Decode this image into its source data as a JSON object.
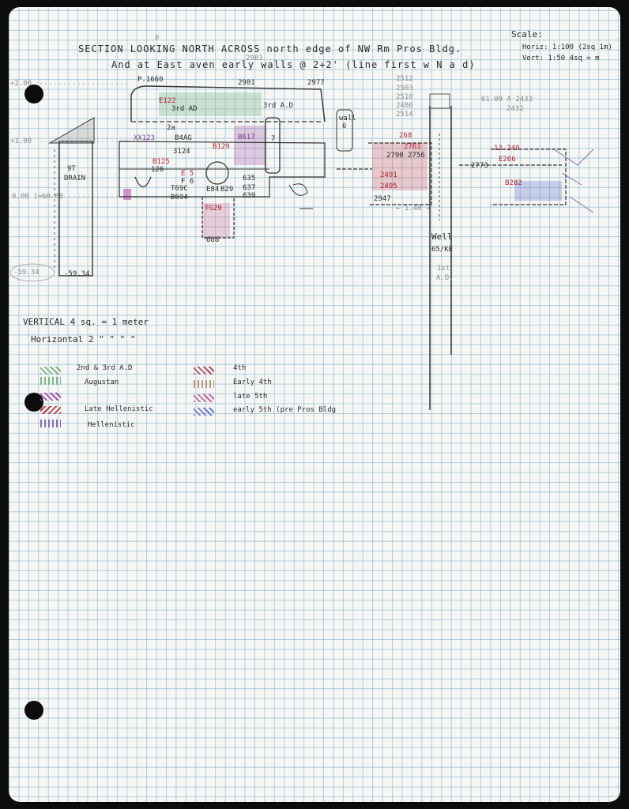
{
  "title": {
    "line1": "SECTION LOOKING NORTH ACROSS north edge of NW Rm Pros Bldg.",
    "line2": "And at East  aven  early walls @ 2+2' (line first w N a d)"
  },
  "scale": {
    "label": "Scale:",
    "horiz": "Horiz: 1:100 (2sq 1m)",
    "vert": "Vert: 1:50  4sq = m"
  },
  "top_labels": {
    "p": "p",
    "p1660": "P.1660",
    "n2901": "2901",
    "n2977": "2977",
    "n2981": "2981"
  },
  "left_levels": {
    "l200": "+2.00",
    "l100": "+1.00",
    "l000": "0.00 (=60.88",
    "l5934": "-59.34",
    "l5934b": "-59.34"
  },
  "drain": {
    "a": "9T",
    "b": "DRAIN"
  },
  "section_labels": {
    "e122": "E122",
    "third_ad_a": "3rd AD",
    "third_ad_b": "3rd A.D",
    "n2a": "2a",
    "xx123": "XX123",
    "b4ag": "B4AG",
    "n3124": "3124",
    "b125": "B125",
    "n126": "126",
    "e5": "E 5",
    "f6": "F 6",
    "t69c": "T69C",
    "b694": "B694",
    "b129": "B129",
    "b617": "B617",
    "n635": "635",
    "n637": "637",
    "n639": "639",
    "n7": "7",
    "e84": "E84",
    "b29": "B29",
    "t629": "TG29",
    "n688": "688",
    "n2512": "2512",
    "n2503": "2503",
    "n2510": "2510",
    "n2486": "2486",
    "n2514": "2514",
    "wall6_a": "wall",
    "wall6_b": "6",
    "n268": "268",
    "n2761": "2761",
    "n2790": "2790",
    "n2756": "2756",
    "n2947": "2947",
    "n2491": "2491",
    "n2495": "2495",
    "n140": "← 1.40 →",
    "n6109": "61.09 A 2433",
    "n2432": "2432",
    "n13249": "13.249",
    "e266": "E266",
    "b282": "B282",
    "n2773": "2773"
  },
  "well": {
    "a": "Well",
    "b": "65/KE",
    "c": "1st",
    "d": "A.D."
  },
  "scale_note": {
    "vertical": "VERTICAL   4 sq. = 1 meter",
    "horizontal": "Horizontal   2 \" \" \" \""
  },
  "legend": [
    {
      "label": "2nd & 3rd A.D",
      "color": "#7fb48a"
    },
    {
      "label": "Augustan",
      "color": "#7fb48a"
    },
    {
      "label": "",
      "color": "#a050a8"
    },
    {
      "label": "Late Hellenistic",
      "color": "#b83a46"
    },
    {
      "label": "Hellenistic",
      "color": "#8a6ab0"
    },
    {
      "label": "4th",
      "color": "#b05060"
    },
    {
      "label": "Early 4th",
      "color": "#b89a7a"
    },
    {
      "label": "late 5th",
      "color": "#c06a9a"
    },
    {
      "label": "early 5th (pre Pros Bldg",
      "color": "#6a78c8"
    }
  ]
}
